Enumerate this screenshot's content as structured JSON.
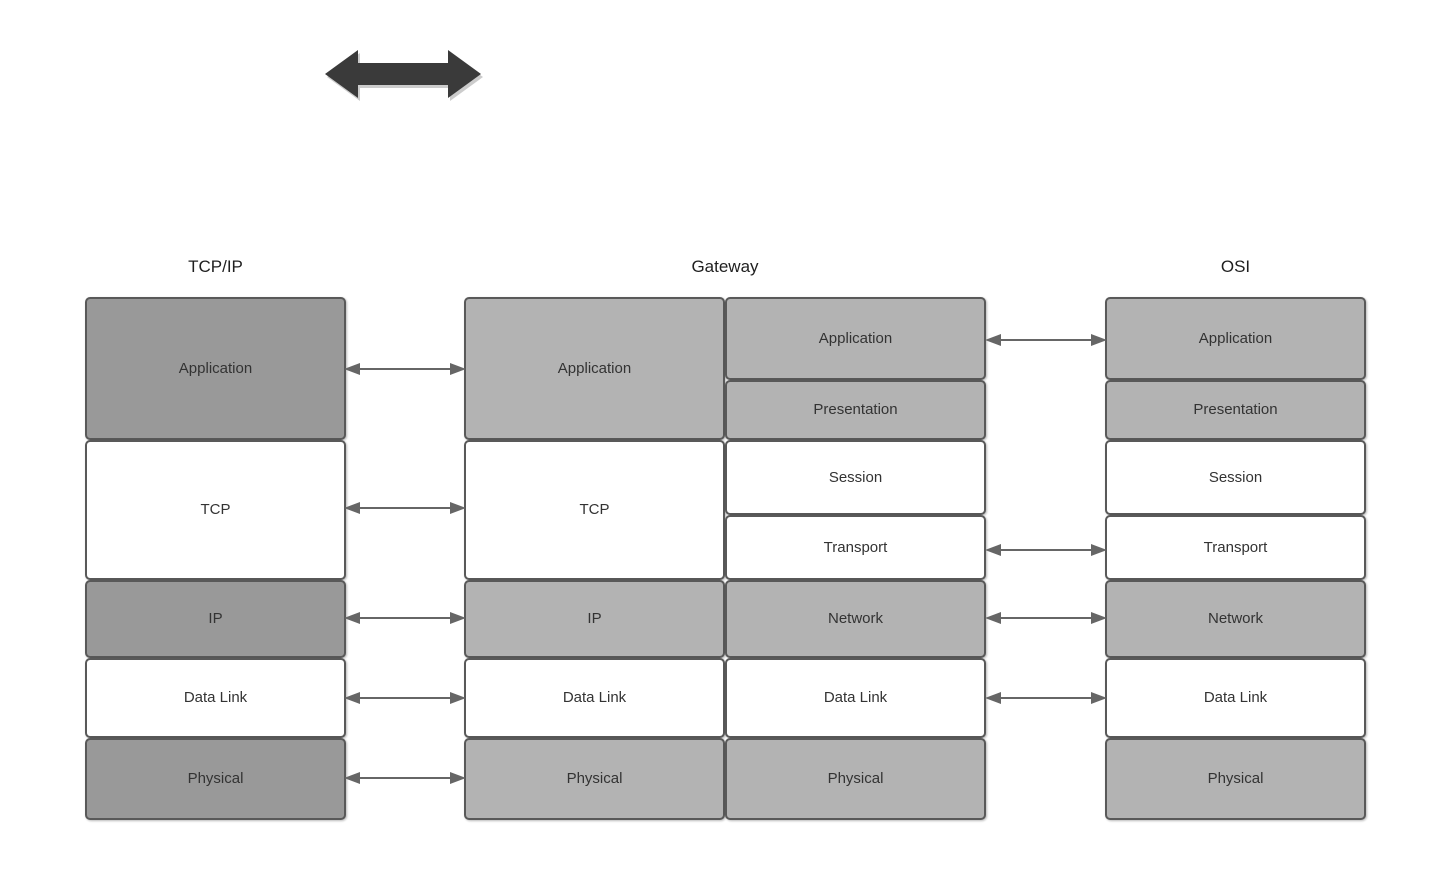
{
  "diagram": {
    "title_arrow": "bidirectional-communication-arrow",
    "columns": [
      {
        "id": "tcpip",
        "caption": "TCP/IP",
        "layers": [
          {
            "label": "Application",
            "fill": "dark"
          },
          {
            "label": "TCP",
            "fill": "white"
          },
          {
            "label": "IP",
            "fill": "dark"
          },
          {
            "label": "Data Link",
            "fill": "white"
          },
          {
            "label": "Physical",
            "fill": "dark"
          }
        ]
      },
      {
        "id": "gateway",
        "caption": "Gateway",
        "left_layers": [
          {
            "label": "Application",
            "fill": "light"
          },
          {
            "label": "TCP",
            "fill": "white"
          },
          {
            "label": "IP",
            "fill": "light"
          },
          {
            "label": "Data Link",
            "fill": "white"
          },
          {
            "label": "Physical",
            "fill": "light"
          }
        ],
        "right_layers": [
          {
            "label": "Application",
            "fill": "light"
          },
          {
            "label": "Presentation",
            "fill": "light"
          },
          {
            "label": "Session",
            "fill": "white"
          },
          {
            "label": "Transport",
            "fill": "white"
          },
          {
            "label": "Network",
            "fill": "light"
          },
          {
            "label": "Data Link",
            "fill": "white"
          },
          {
            "label": "Physical",
            "fill": "light"
          }
        ]
      },
      {
        "id": "osi",
        "caption": "OSI",
        "layers": [
          {
            "label": "Application",
            "fill": "light"
          },
          {
            "label": "Presentation",
            "fill": "light"
          },
          {
            "label": "Session",
            "fill": "white"
          },
          {
            "label": "Transport",
            "fill": "white"
          },
          {
            "label": "Network",
            "fill": "light"
          },
          {
            "label": "Data Link",
            "fill": "white"
          },
          {
            "label": "Physical",
            "fill": "light"
          }
        ]
      }
    ],
    "connectors": [
      {
        "id": "tcpip-gateway-application",
        "side": "left"
      },
      {
        "id": "tcpip-gateway-tcp",
        "side": "left"
      },
      {
        "id": "tcpip-gateway-ip",
        "side": "left"
      },
      {
        "id": "tcpip-gateway-datalink",
        "side": "left"
      },
      {
        "id": "tcpip-gateway-physical",
        "side": "left"
      },
      {
        "id": "gateway-osi-application",
        "side": "right"
      },
      {
        "id": "gateway-osi-transport",
        "side": "right"
      },
      {
        "id": "gateway-osi-network",
        "side": "right"
      },
      {
        "id": "gateway-osi-datalink",
        "side": "right"
      }
    ],
    "colors": {
      "fill_dark": "#999999",
      "fill_light": "#b3b3b3",
      "fill_white": "#ffffff",
      "stroke": "#595959",
      "text": "#333333",
      "arrow": "#666666",
      "block_arrow": "#3a3a3a"
    }
  }
}
